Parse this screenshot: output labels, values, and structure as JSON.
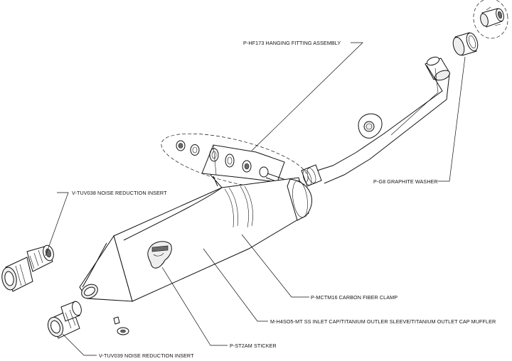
{
  "labels": {
    "hanging_fitting": "P-HF173  HANGING FITTING ASSEMBLY",
    "graphite_washer": "P-G8  GRAPHITE WASHER",
    "insert_038": "V-TUV038  NOISE REDUCTION INSERT",
    "clamp": "P-MCTM16  CARBON FIBER CLAMP",
    "muffler": "M-H4SO5-MT  SS INLET CAP/TITANIUM OUTLER SLEEVE/TITANIUM OUTLET CAP MUFFLER",
    "sticker": "P-ST2AM  STICKER",
    "insert_039": "V-TUV039 NOISE REDUCTION INSERT"
  }
}
